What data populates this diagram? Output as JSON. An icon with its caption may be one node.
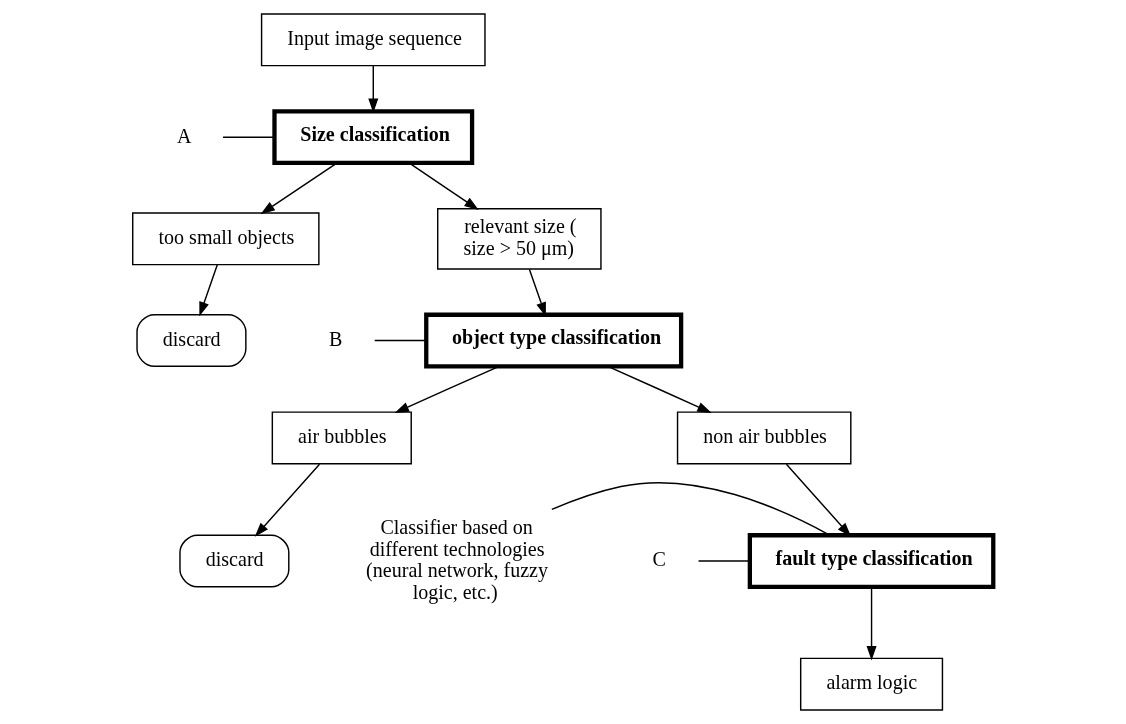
{
  "diagram": {
    "nodes": [
      {
        "text": [
          "Input image sequence"
        ]
      },
      {
        "text": [
          "Size classification"
        ]
      },
      {
        "text": [
          "too small objects"
        ]
      },
      {
        "text": [
          "relevant size ( size > 50 μm)"
        ]
      },
      {
        "text": [
          "discard"
        ]
      },
      {
        "text": [
          "object type classification"
        ]
      },
      {
        "text": [
          "air bubbles"
        ]
      },
      {
        "text": [
          "non air bubbles"
        ]
      },
      {
        "text": [
          "discard"
        ]
      },
      {
        "text": [
          "fault type classification"
        ]
      },
      {
        "text": [
          "alarm logic"
        ]
      },
      {
        "text": [
          "A"
        ]
      },
      {
        "text": [
          "B"
        ]
      },
      {
        "text": [
          "Classifier based on different technologies (neural network, fuzzy logic, etc.)"
        ]
      },
      {
        "text": [
          "C"
        ]
      }
    ],
    "edges": [
      {
        "from": 0,
        "to": 1,
        "arrow": "to"
      },
      {
        "from": 1,
        "to": 2,
        "arrow": "to"
      },
      {
        "from": 1,
        "to": 3,
        "arrow": "to"
      },
      {
        "from": 2,
        "to": 4,
        "arrow": "to"
      },
      {
        "from": 3,
        "to": 5,
        "arrow": "to"
      },
      {
        "from": 5,
        "to": 6,
        "arrow": "to"
      },
      {
        "from": 5,
        "to": 7,
        "arrow": "to"
      },
      {
        "from": 6,
        "to": 8,
        "arrow": "to"
      },
      {
        "from": 7,
        "to": 9,
        "arrow": "to"
      },
      {
        "from": 9,
        "to": 10,
        "arrow": "to"
      },
      {
        "from": 11,
        "to": 1,
        "arrow": "none"
      },
      {
        "from": 12,
        "to": 5,
        "arrow": "none"
      },
      {
        "from": 13,
        "to": 9,
        "arrow": "none"
      },
      {
        "from": 14,
        "to": 9,
        "arrow": "none"
      }
    ]
  }
}
